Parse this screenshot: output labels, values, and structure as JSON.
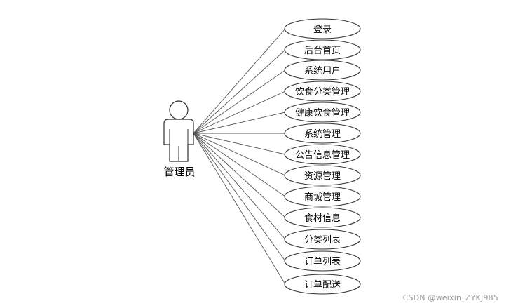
{
  "actor": {
    "label": "管理员"
  },
  "use_cases": [
    {
      "label": "登录"
    },
    {
      "label": "后台首页"
    },
    {
      "label": "系统用户"
    },
    {
      "label": "饮食分类管理"
    },
    {
      "label": "健康饮食管理"
    },
    {
      "label": "系统管理"
    },
    {
      "label": "公告信息管理"
    },
    {
      "label": "资源管理"
    },
    {
      "label": "商城管理"
    },
    {
      "label": "食材信息"
    },
    {
      "label": "分类列表"
    },
    {
      "label": "订单列表"
    },
    {
      "label": "订单配送"
    }
  ],
  "watermark": "CSDN @weixin_ZYKJ985",
  "colors": {
    "ellipse_fill": "#ffffff",
    "stroke": "#2f2f2f",
    "line": "#555555"
  }
}
